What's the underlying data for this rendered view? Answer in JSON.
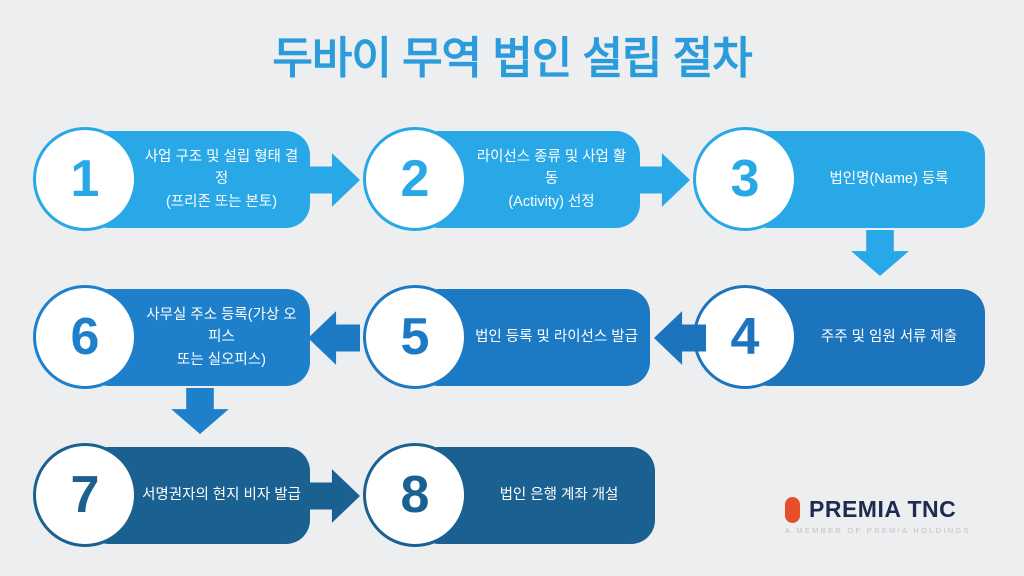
{
  "title": {
    "text": "두바이 무역 법인 설립 절차",
    "color": "#2B9CDB"
  },
  "steps": [
    {
      "number": "1",
      "line1": "사업 구조 및 설립 형태 결정",
      "line2": "(프리존 또는 본토)",
      "color": "#29A8E8"
    },
    {
      "number": "2",
      "line1": "라이선스 종류 및 사업 활동",
      "line2": "(Activity) 선정",
      "color": "#29A8E8"
    },
    {
      "number": "3",
      "line1": "법인명(Name) 등록",
      "line2": "",
      "color": "#29A8E8"
    },
    {
      "number": "4",
      "line1": "주주 및 임원 서류 제출",
      "line2": "",
      "color": "#1C74BC"
    },
    {
      "number": "5",
      "line1": "법인 등록 및 라이선스 발급",
      "line2": "",
      "color": "#1C7AC4"
    },
    {
      "number": "6",
      "line1": "사무실 주소 등록(가상 오피스",
      "line2": "또는 실오피스)",
      "color": "#1E80CA"
    },
    {
      "number": "7",
      "line1": "서명권자의 현지 비자 발급",
      "line2": "",
      "color": "#1A6090"
    },
    {
      "number": "8",
      "line1": "법인 은행 계좌 개설",
      "line2": "",
      "color": "#1A6090"
    }
  ],
  "connectors": [
    {
      "from": "1",
      "to": "2",
      "direction": "right"
    },
    {
      "from": "2",
      "to": "3",
      "direction": "right"
    },
    {
      "from": "3",
      "to": "4",
      "direction": "down"
    },
    {
      "from": "4",
      "to": "5",
      "direction": "left"
    },
    {
      "from": "5",
      "to": "6",
      "direction": "left"
    },
    {
      "from": "6",
      "to": "7",
      "direction": "down"
    },
    {
      "from": "7",
      "to": "8",
      "direction": "right"
    }
  ],
  "logo": {
    "name": "PREMIA TNC",
    "tagline": "A MEMBER OF PREMIA HOLDINGS",
    "pill_color": "#E94E2B",
    "name_color": "#1E2B4E",
    "tagline_color": "#C2C2C6",
    "background": "#EDEEEF"
  }
}
